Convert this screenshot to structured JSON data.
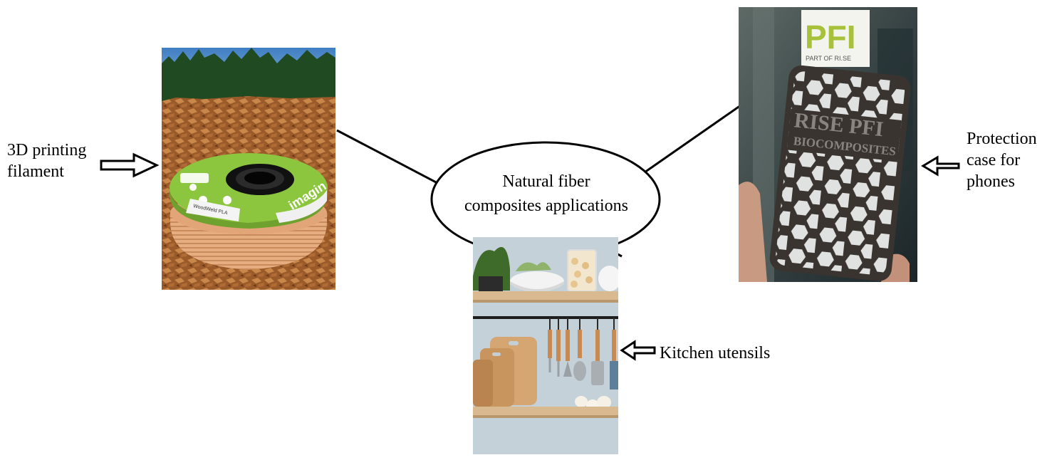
{
  "center": {
    "line1": "Natural fiber",
    "line2": "composites applications"
  },
  "labels": {
    "filament_line1": "3D printing",
    "filament_line2": "filament",
    "kitchen": "Kitchen utensils",
    "case_line1": "Protection",
    "case_line2": "case for",
    "case_line3": "phones"
  },
  "photos": {
    "spool_brand": "imagin",
    "spool_product": "WoodWeld PLA",
    "case_sign": "PFI",
    "case_sign_sub": "PART OF RI.SE",
    "case_text1": "RISE PFI",
    "case_text2": "BIOCOMPOSITES"
  },
  "colors": {
    "spool_green": "#8cc63f",
    "filament": "#e8b48a",
    "case": "#3a3431"
  }
}
